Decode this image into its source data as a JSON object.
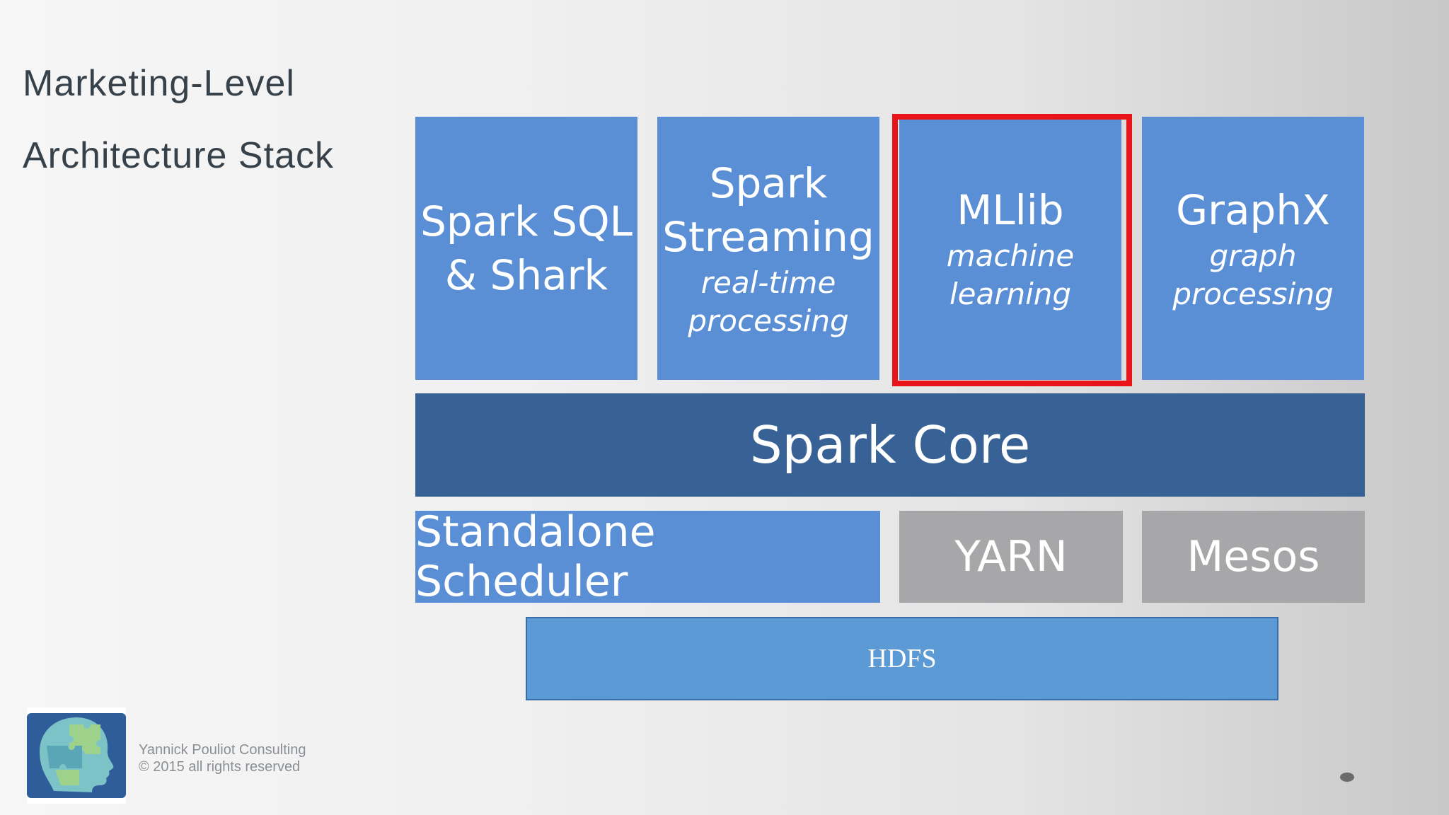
{
  "slide": {
    "title_line1": "Marketing-Level",
    "title_line2": "Architecture Stack"
  },
  "stack": {
    "libraries": [
      {
        "main_lines": [
          "Spark SQL",
          "& Shark"
        ],
        "sub_lines": []
      },
      {
        "main_lines": [
          "Spark",
          "Streaming"
        ],
        "sub_lines": [
          "real-time",
          "processing"
        ]
      },
      {
        "main_lines": [
          "MLlib"
        ],
        "sub_lines": [
          "machine",
          "learning"
        ],
        "highlighted": true
      },
      {
        "main_lines": [
          "GraphX"
        ],
        "sub_lines": [
          "graph",
          "processing"
        ]
      }
    ],
    "core": "Spark Core",
    "schedulers": [
      "Standalone Scheduler",
      "YARN",
      "Mesos"
    ],
    "storage": "HDFS"
  },
  "footer": {
    "line1": "Yannick Pouliot Consulting",
    "line2": "© 2015 all rights reserved"
  },
  "colors": {
    "library_blue": "#5a8fd6",
    "core_blue": "#386195",
    "scheduler_gray": "#a7a7a9",
    "highlight_red": "#e8141a"
  }
}
